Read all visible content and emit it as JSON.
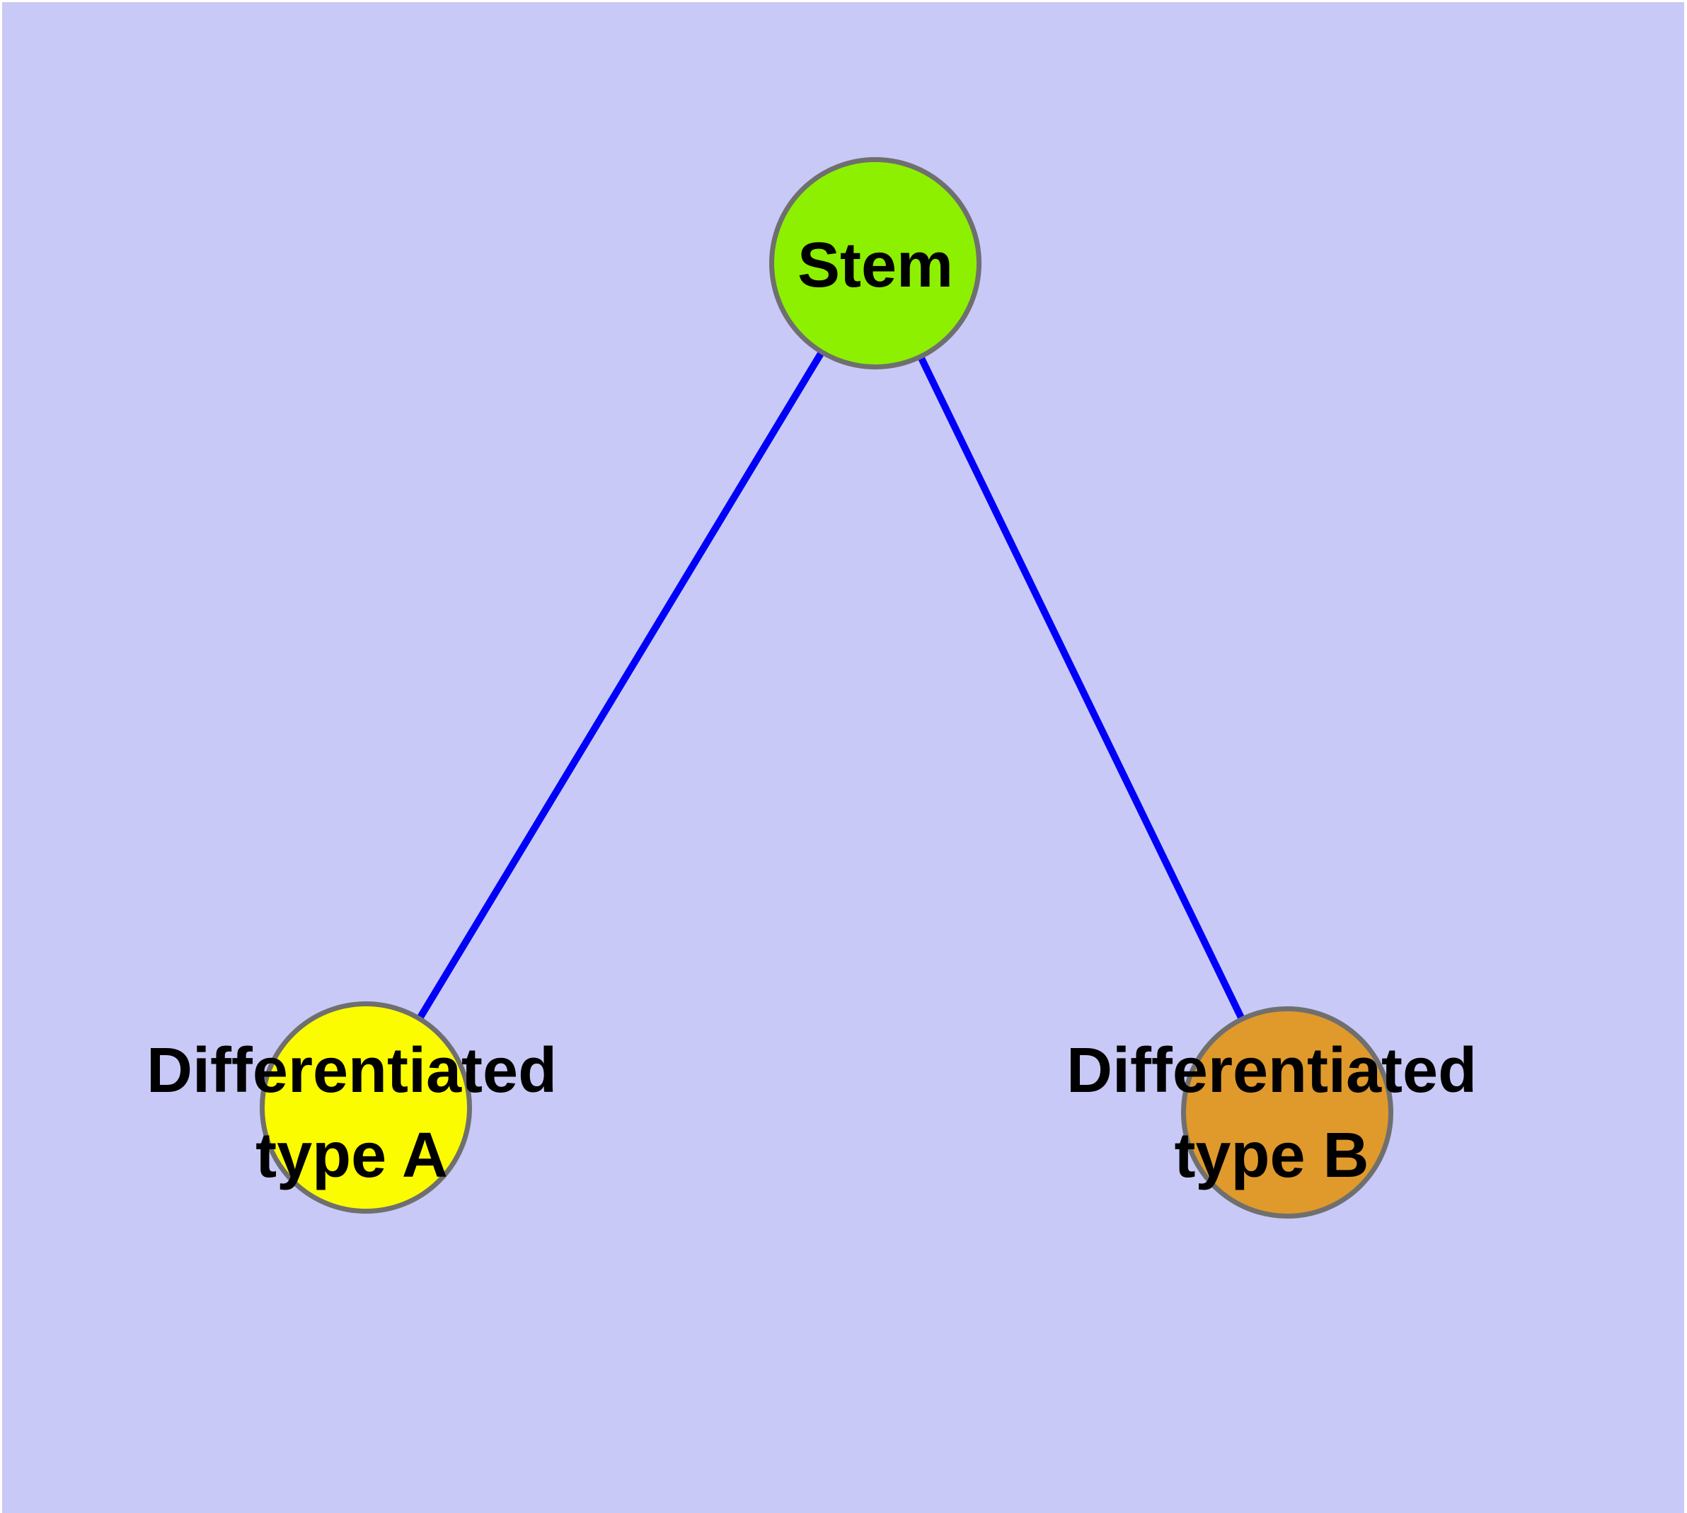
{
  "figure": {
    "background_color": "#c9c9f7",
    "frame_color": "#ffffff",
    "edge_color": "#0000fa",
    "node_border_color": "#6f6f6f",
    "text_color": "#000000",
    "nodes": [
      {
        "id": "stem",
        "label": "Stem",
        "fill": "#8df000"
      },
      {
        "id": "differentiated-type-a",
        "label": "Differentiated\ntype A",
        "fill": "#fcfc00"
      },
      {
        "id": "differentiated-type-b",
        "label": "Differentiated\ntype B",
        "fill": "#e0992b"
      }
    ],
    "edges": [
      {
        "from": "Stem",
        "to": "Differentiated type A"
      },
      {
        "from": "Stem",
        "to": "Differentiated type B"
      }
    ]
  }
}
